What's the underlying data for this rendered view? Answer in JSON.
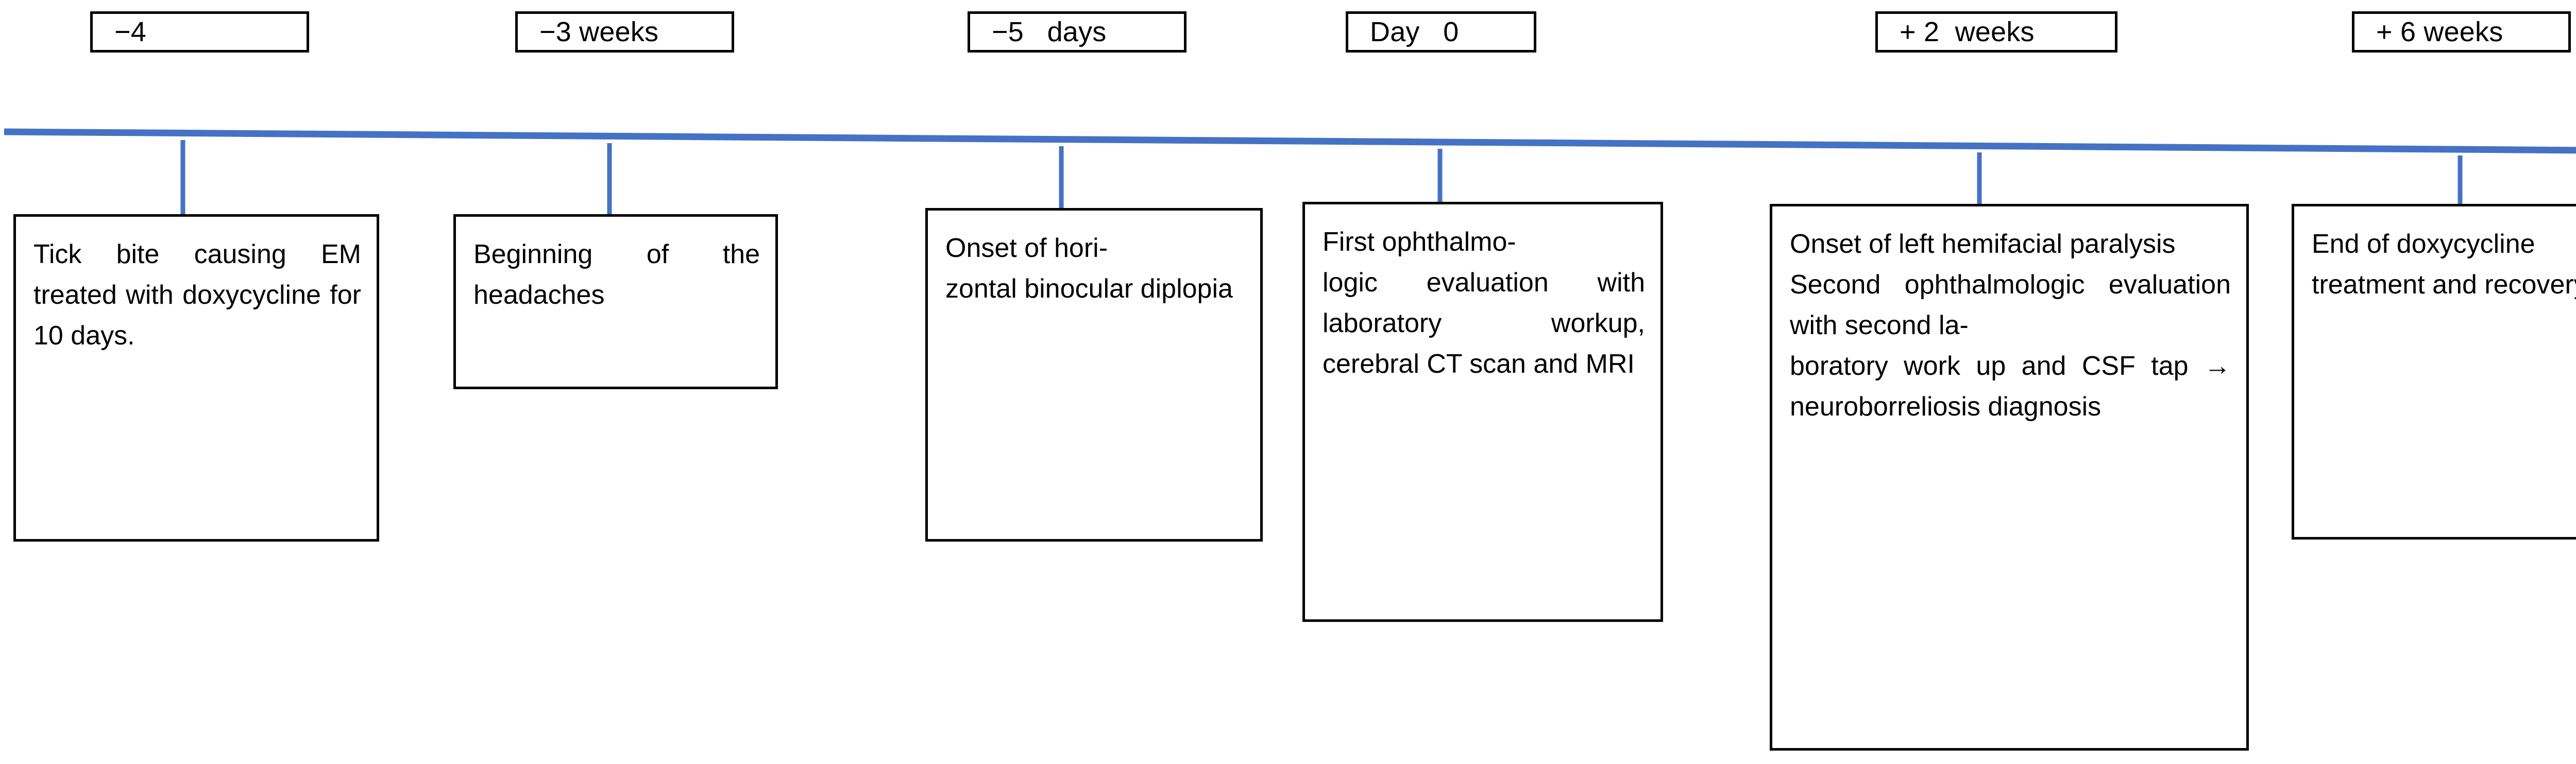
{
  "diagram": {
    "type": "clinical-timeline",
    "accent_color": "#4472C4",
    "border_color": "#000000",
    "background_color": "#FFFFFF",
    "axis": {
      "name": "timeline-axis",
      "direction": "left-to-right",
      "arrowhead": "right",
      "tick_count": 6
    },
    "milestones": [
      {
        "id": "m1",
        "date_label": "−4",
        "event_text": "Tick bite causing EM treated with doxycycline for 10 days.",
        "align": "justify"
      },
      {
        "id": "m2",
        "date_label": "−3 weeks",
        "event_text": "Beginning of the headaches",
        "align": "justify"
      },
      {
        "id": "m3",
        "date_label": "−5   days",
        "event_text": "Onset of hori-\nzontal binocular diplopia",
        "align": "justify"
      },
      {
        "id": "m4",
        "date_label": "Day   0",
        "event_text": "First ophthalmo-\nlogic evaluation with laboratory workup, cerebral CT scan and MRI",
        "align": "justify"
      },
      {
        "id": "m5",
        "date_label": "+ 2  weeks",
        "event_text": "Onset of left hemifacial paralysis\nSecond ophthalmologic evaluation with second la-\nboratory work up and CSF tap  →  neuroborreliosis diagnosis",
        "align": "justify"
      },
      {
        "id": "m6",
        "date_label": "+ 6 weeks",
        "event_text": "End of doxycycline treatment and recovery",
        "align": "left"
      }
    ]
  }
}
